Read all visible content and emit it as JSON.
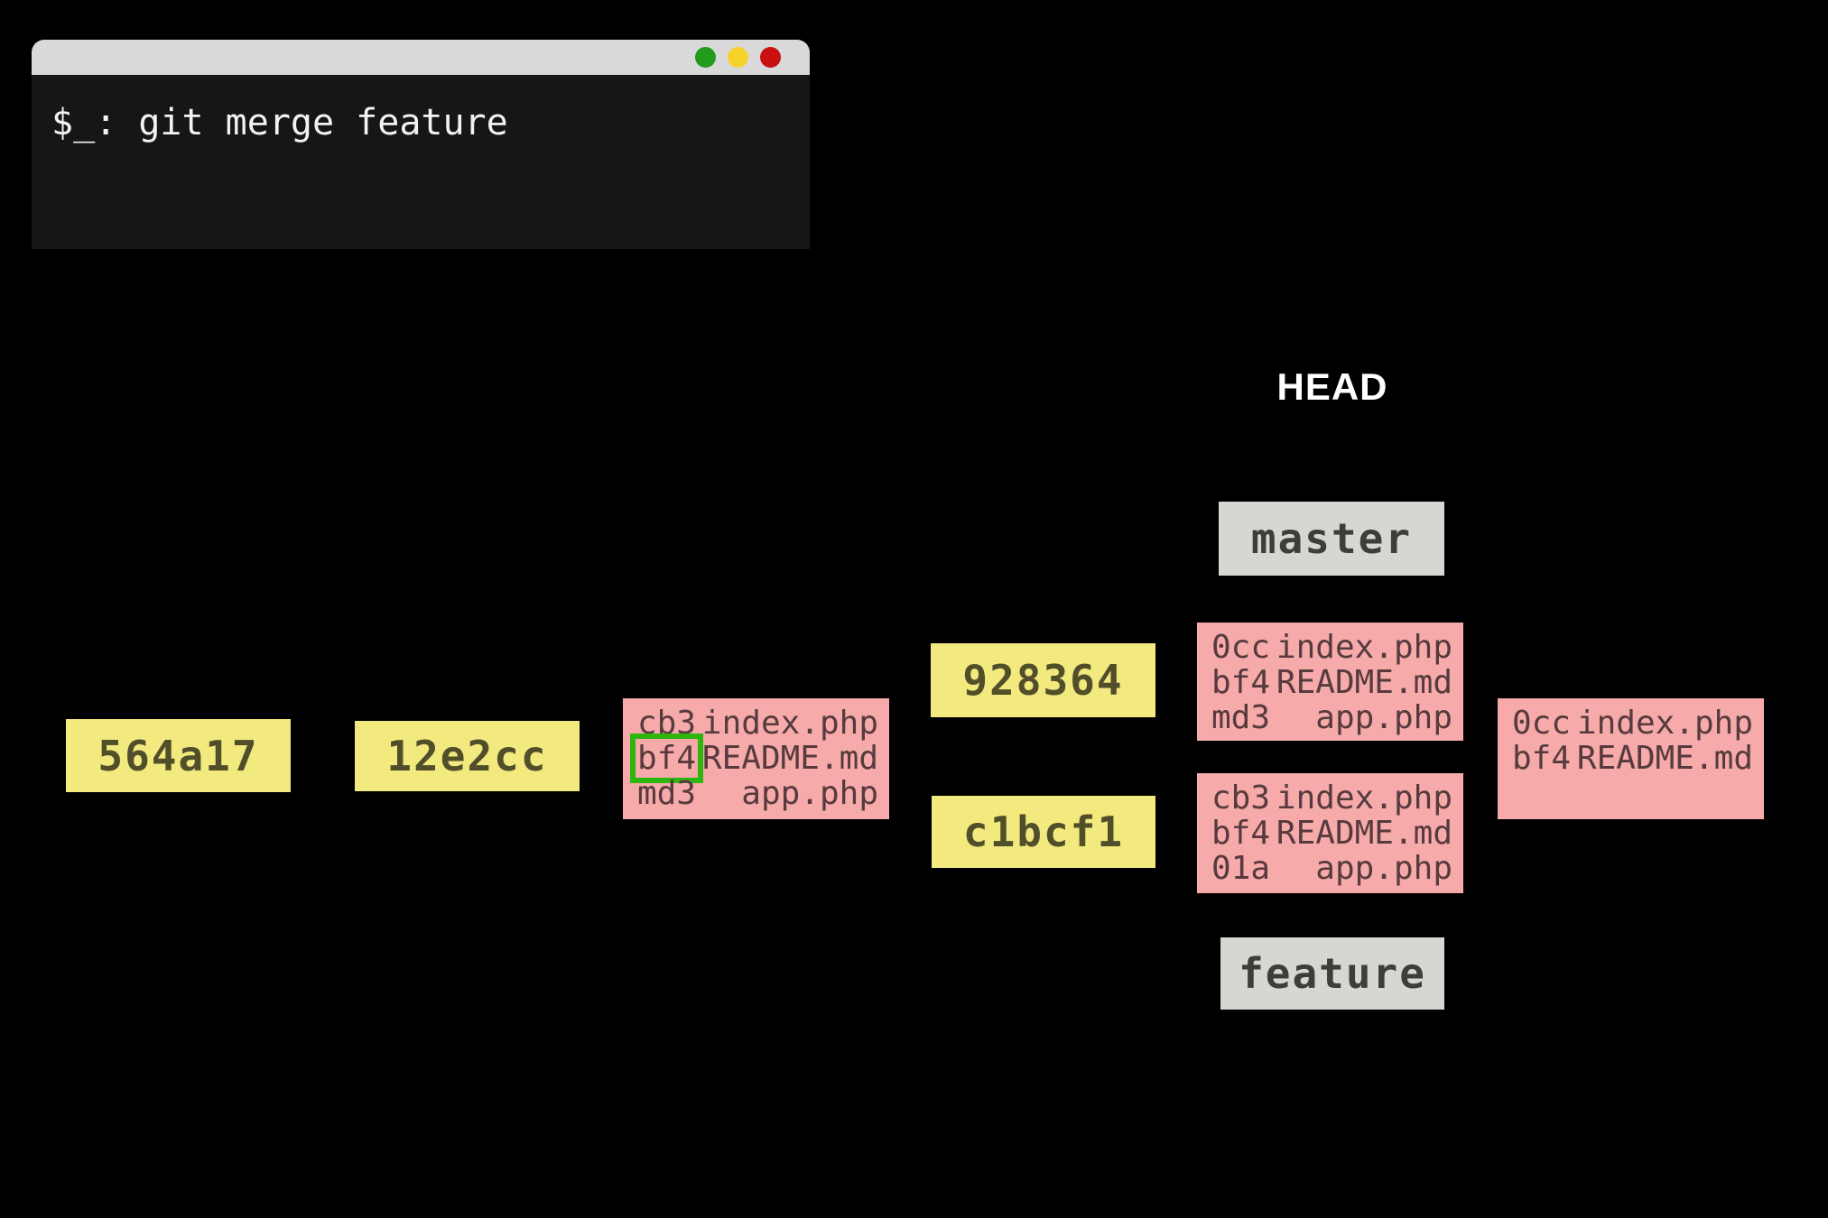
{
  "colors": {
    "background": "#000000",
    "terminal_body": "#161616",
    "terminal_titlebar": "#d9d9d9",
    "terminal_text": "#f2f2f2",
    "commit_box_yellow": "#f2e97f",
    "commit_text": "#514e2a",
    "file_box_pink": "#f6aaaa",
    "file_text": "#563a3d",
    "branch_box_gray": "#d7d6d2",
    "branch_text": "#3e3d39",
    "head_text": "#ffffff",
    "highlight_green": "#2cb60e",
    "traffic_light_green": "#229a1c",
    "traffic_light_yellow": "#f6d32b",
    "traffic_light_red": "#c90f0f"
  },
  "terminal": {
    "command": "$_: git merge feature"
  },
  "head_label": "HEAD",
  "branches": {
    "master": "master",
    "feature": "feature"
  },
  "commits": {
    "first": "564a17",
    "second": "12e2cc",
    "merge": "928364",
    "feature_tip": "c1bcf1"
  },
  "file_trees": {
    "merge_base": {
      "rows": [
        {
          "hash": "cb3",
          "file": "index.php"
        },
        {
          "hash": "bf4",
          "file": "README.md"
        },
        {
          "hash": "md3",
          "file": "app.php"
        }
      ]
    },
    "master_tree": {
      "rows": [
        {
          "hash": "0cc",
          "file": "index.php"
        },
        {
          "hash": "bf4",
          "file": "README.md"
        },
        {
          "hash": "md3",
          "file": "app.php"
        }
      ]
    },
    "feature_tree": {
      "rows": [
        {
          "hash": "cb3",
          "file": "index.php"
        },
        {
          "hash": "bf4",
          "file": "README.md"
        },
        {
          "hash": "01a",
          "file": "app.php"
        }
      ]
    },
    "merge_result": {
      "rows": [
        {
          "hash": "0cc",
          "file": "index.php"
        },
        {
          "hash": "bf4",
          "file": "README.md"
        }
      ]
    }
  }
}
